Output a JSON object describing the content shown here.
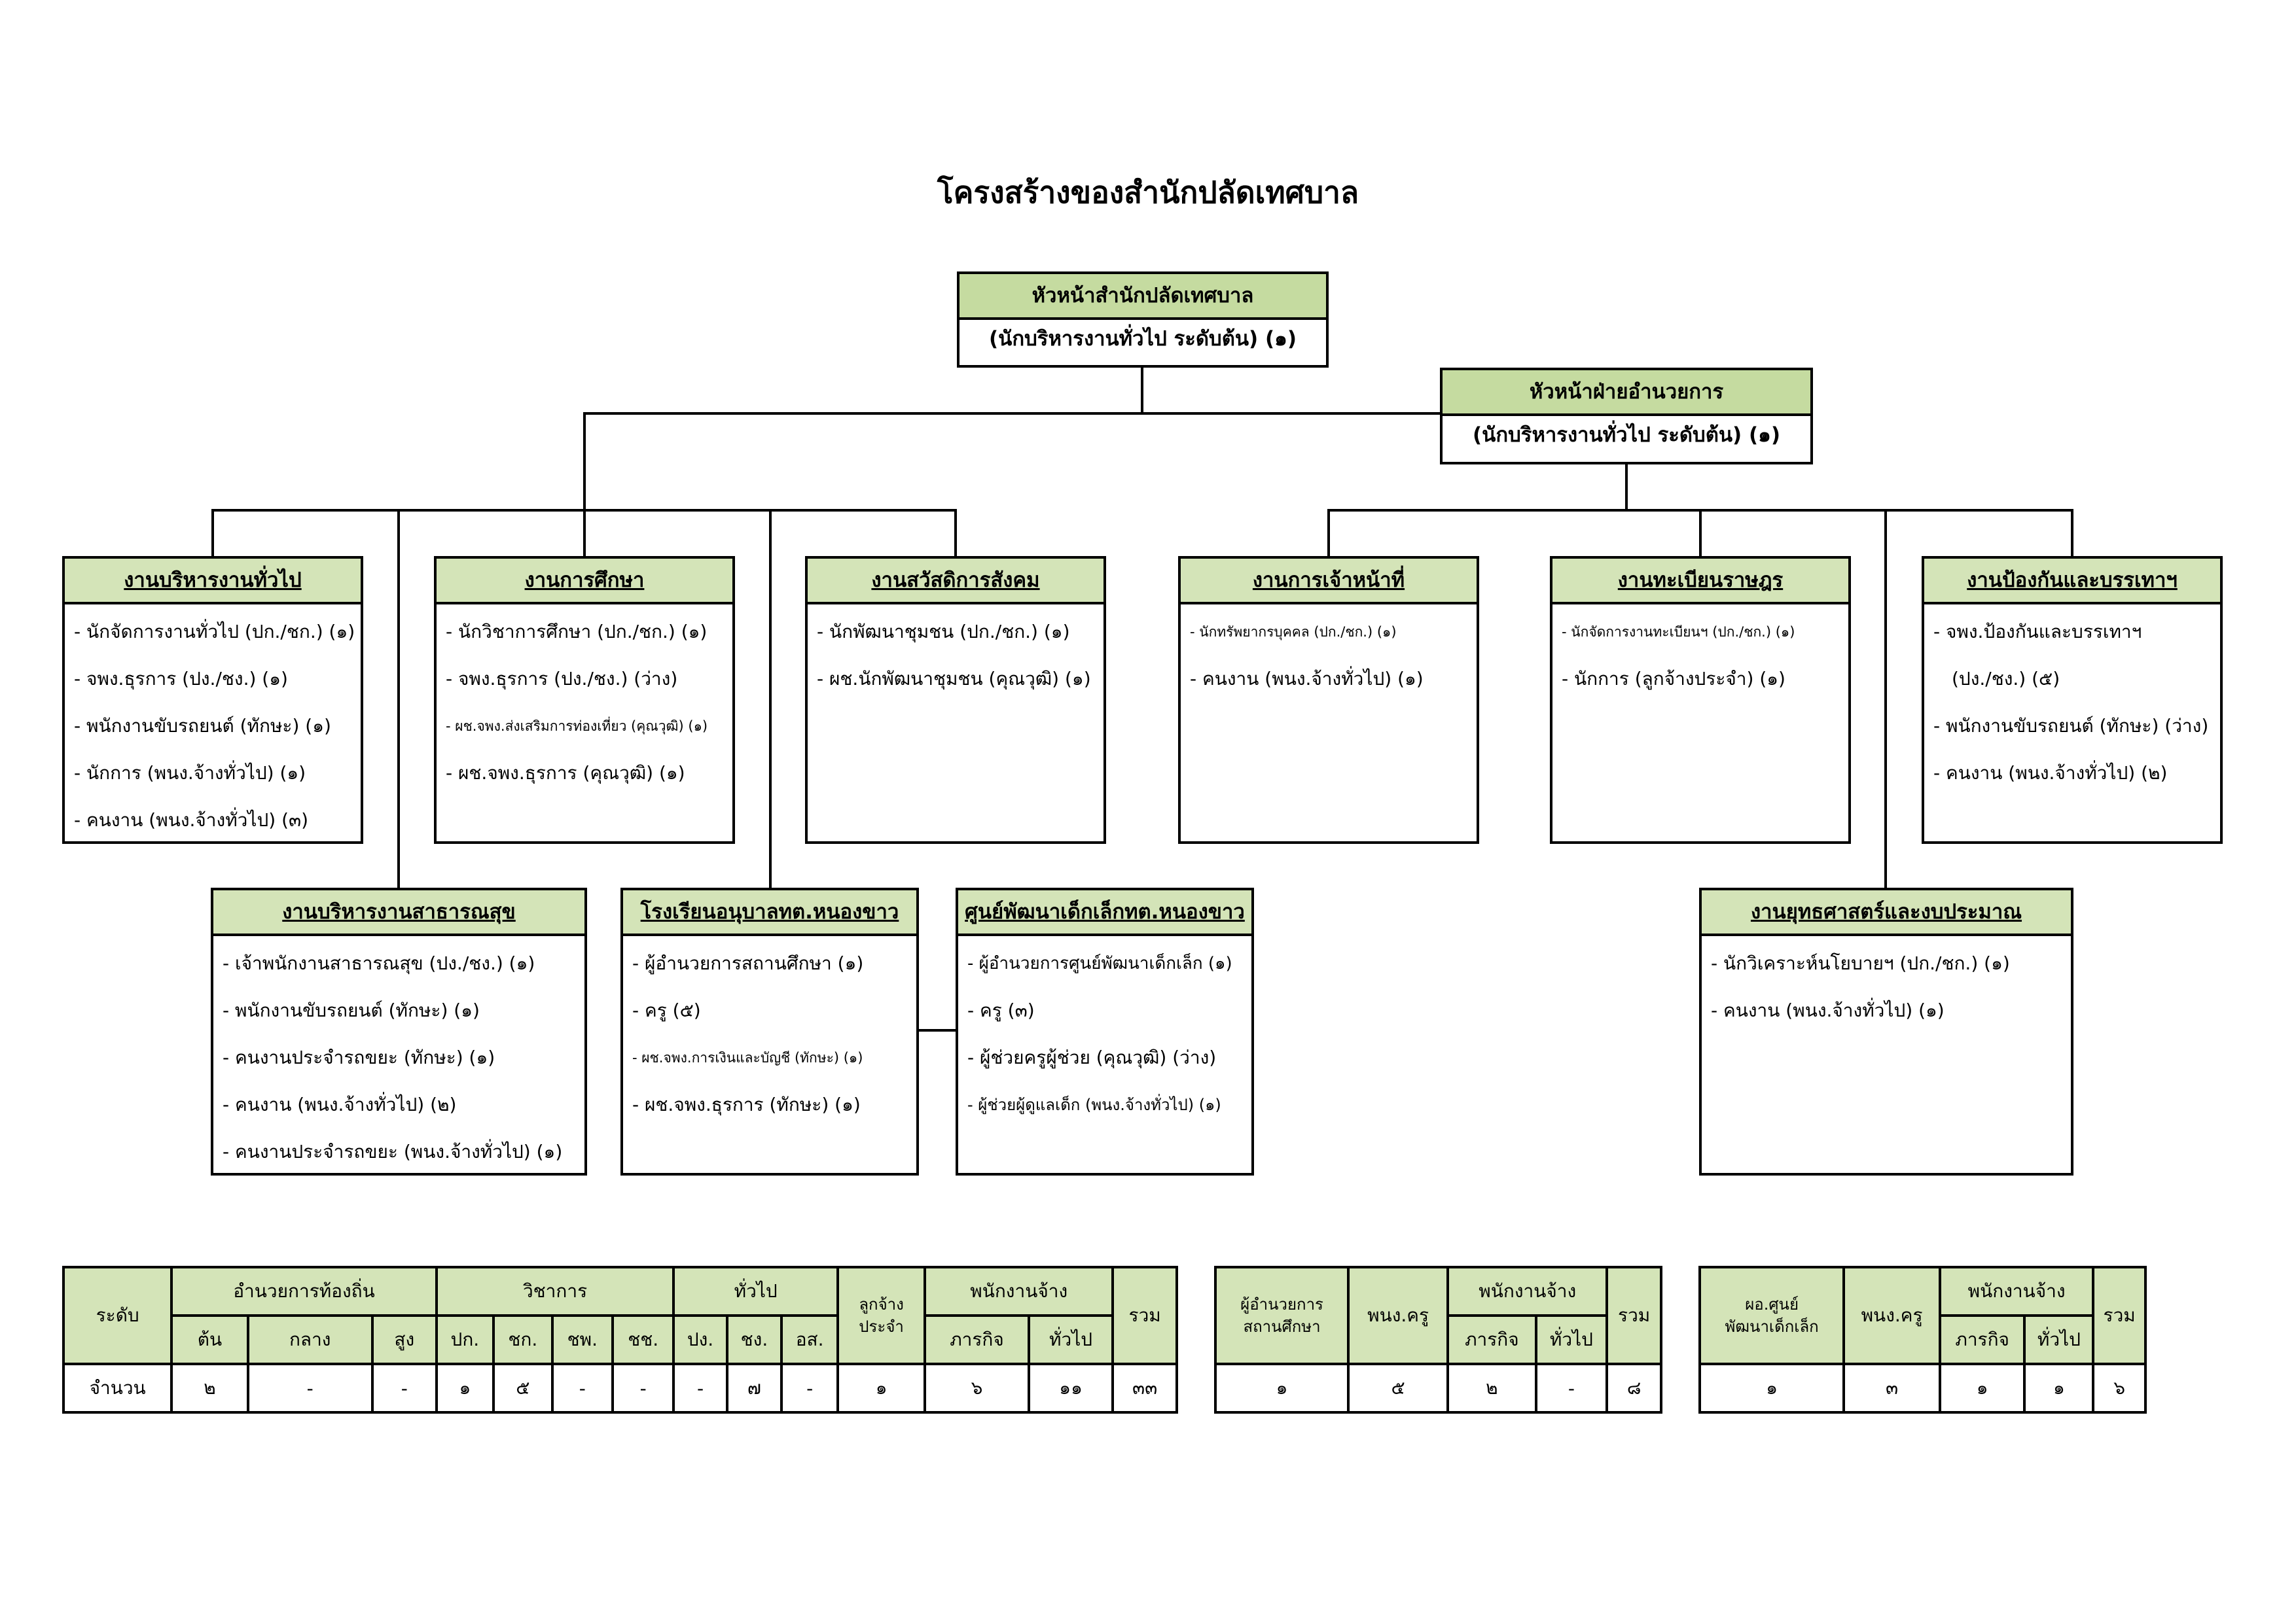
{
  "title": "โครงสร้างของสำนักปลัดเทศบาล",
  "head": {
    "title": "หัวหน้าสำนักปลัดเทศบาล",
    "position": "(นักบริหารงานทั่วไป ระดับต้น) (๑)"
  },
  "admin_head": {
    "title": "หัวหน้าฝ่ายอำนวยการ",
    "position": "(นักบริหารงานทั่วไป ระดับต้น) (๑)"
  },
  "units": {
    "general_admin": {
      "title": "งานบริหารงานทั่วไป",
      "items": [
        "- นักจัดการงานทั่วไป (ปก./ชก.) (๑)",
        "- จพง.ธุรการ (ปง./ชง.) (๑)",
        "- พนักงานขับรถยนต์ (ทักษะ) (๑)",
        "- นักการ (พนง.จ้างทั่วไป) (๑)",
        "- คนงาน (พนง.จ้างทั่วไป) (๓)"
      ]
    },
    "education": {
      "title": "งานการศึกษา",
      "items": [
        "- นักวิชาการศึกษา (ปก./ชก.) (๑)",
        "- จพง.ธุรการ (ปง./ชง.) (ว่าง)",
        "- ผช.จพง.ส่งเสริมการท่องเที่ยว (คุณวุฒิ) (๑)",
        "- ผช.จพง.ธุรการ (คุณวุฒิ) (๑)"
      ]
    },
    "welfare": {
      "title": "งานสวัสดิการสังคม",
      "items": [
        "- นักพัฒนาชุมชน (ปก./ชก.) (๑)",
        "- ผช.นักพัฒนาชุมชน (คุณวุฒิ) (๑)"
      ]
    },
    "personnel": {
      "title": "งานการเจ้าหน้าที่",
      "items": [
        "- นักทรัพยากรบุคคล (ปก./ชก.) (๑)",
        "- คนงาน (พนง.จ้างทั่วไป) (๑)"
      ]
    },
    "registration": {
      "title": "งานทะเบียนราษฎร",
      "items": [
        "- นักจัดการงานทะเบียนฯ (ปก./ชก.) (๑)",
        "- นักการ (ลูกจ้างประจำ) (๑)"
      ]
    },
    "disaster": {
      "title": "งานป้องกันและบรรเทาฯ",
      "items": [
        "- จพง.ป้องกันและบรรเทาฯ",
        "(ปง./ชง.) (๕)",
        "- พนักงานขับรถยนต์ (ทักษะ) (ว่าง)",
        "- คนงาน (พนง.จ้างทั่วไป) (๒)"
      ]
    },
    "public_health": {
      "title": "งานบริหารงานสาธารณสุข",
      "items": [
        "- เจ้าพนักงานสาธารณสุข (ปง./ชง.) (๑)",
        "- พนักงานขับรถยนต์ (ทักษะ) (๑)",
        "- คนงานประจำรถขยะ (ทักษะ) (๑)",
        "- คนงาน (พนง.จ้างทั่วไป) (๒)",
        "- คนงานประจำรถขยะ (พนง.จ้างทั่วไป) (๑)"
      ]
    },
    "kindergarten": {
      "title": "โรงเรียนอนุบาลทต.หนองขาว",
      "items": [
        "- ผู้อำนวยการสถานศึกษา (๑)",
        "- ครู (๕)",
        "- ผช.จพง.การเงินและบัญชี (ทักษะ) (๑)",
        "- ผช.จพง.ธุรการ (ทักษะ) (๑)"
      ]
    },
    "childcare": {
      "title": "ศูนย์พัฒนาเด็กเล็กทต.หนองขาว",
      "items": [
        "- ผู้อำนวยการศูนย์พัฒนาเด็กเล็ก (๑)",
        "- ครู (๓)",
        "- ผู้ช่วยครูผู้ช่วย (คุณวุฒิ) (ว่าง)",
        "- ผู้ช่วยผู้ดูแลเด็ก (พนง.จ้างทั่วไป) (๑)"
      ]
    },
    "strategy": {
      "title": "งานยุทธศาสตร์และงบประมาณ",
      "items": [
        "- นักวิเคราะห์นโยบายฯ (ปก./ชก.) (๑)",
        "- คนงาน (พนง.จ้างทั่วไป) (๑)"
      ]
    }
  },
  "table1": {
    "level": "ระดับ",
    "local_admin": "อำนวยการท้องถิ่น",
    "academic": "วิชาการ",
    "general": "ทั่วไป",
    "perm_emp": [
      "ลูกจ้าง",
      "ประจำ"
    ],
    "contract": "พนักงานจ้าง",
    "total": "รวม",
    "sub": [
      "ต้น",
      "กลาง",
      "สูง",
      "ปก.",
      "ชก.",
      "ชพ.",
      "ชช.",
      "ปง.",
      "ชง.",
      "อส.",
      "ภารกิจ",
      "ทั่วไป"
    ],
    "row_label": "จำนวน",
    "values": [
      "๒",
      "-",
      "-",
      "๑",
      "๕",
      "-",
      "-",
      "-",
      "๗",
      "-",
      "๑",
      "๖",
      "๑๑",
      "๓๓"
    ]
  },
  "table2": {
    "director": [
      "ผู้อำนวยการ",
      "สถานศึกษา"
    ],
    "teacher": "พนง.ครู",
    "contract": "พนักงานจ้าง",
    "sub": [
      "ภารกิจ",
      "ทั่วไป"
    ],
    "total": "รวม",
    "values": [
      "๑",
      "๕",
      "๒",
      "-",
      "๘"
    ]
  },
  "table3": {
    "director": [
      "ผอ.ศูนย์",
      "พัฒนาเด็กเล็ก"
    ],
    "teacher": "พนง.ครู",
    "contract": "พนักงานจ้าง",
    "sub": [
      "ภารกิจ",
      "ทั่วไป"
    ],
    "total": "รวม",
    "values": [
      "๑",
      "๓",
      "๑",
      "๑",
      "๖"
    ]
  }
}
